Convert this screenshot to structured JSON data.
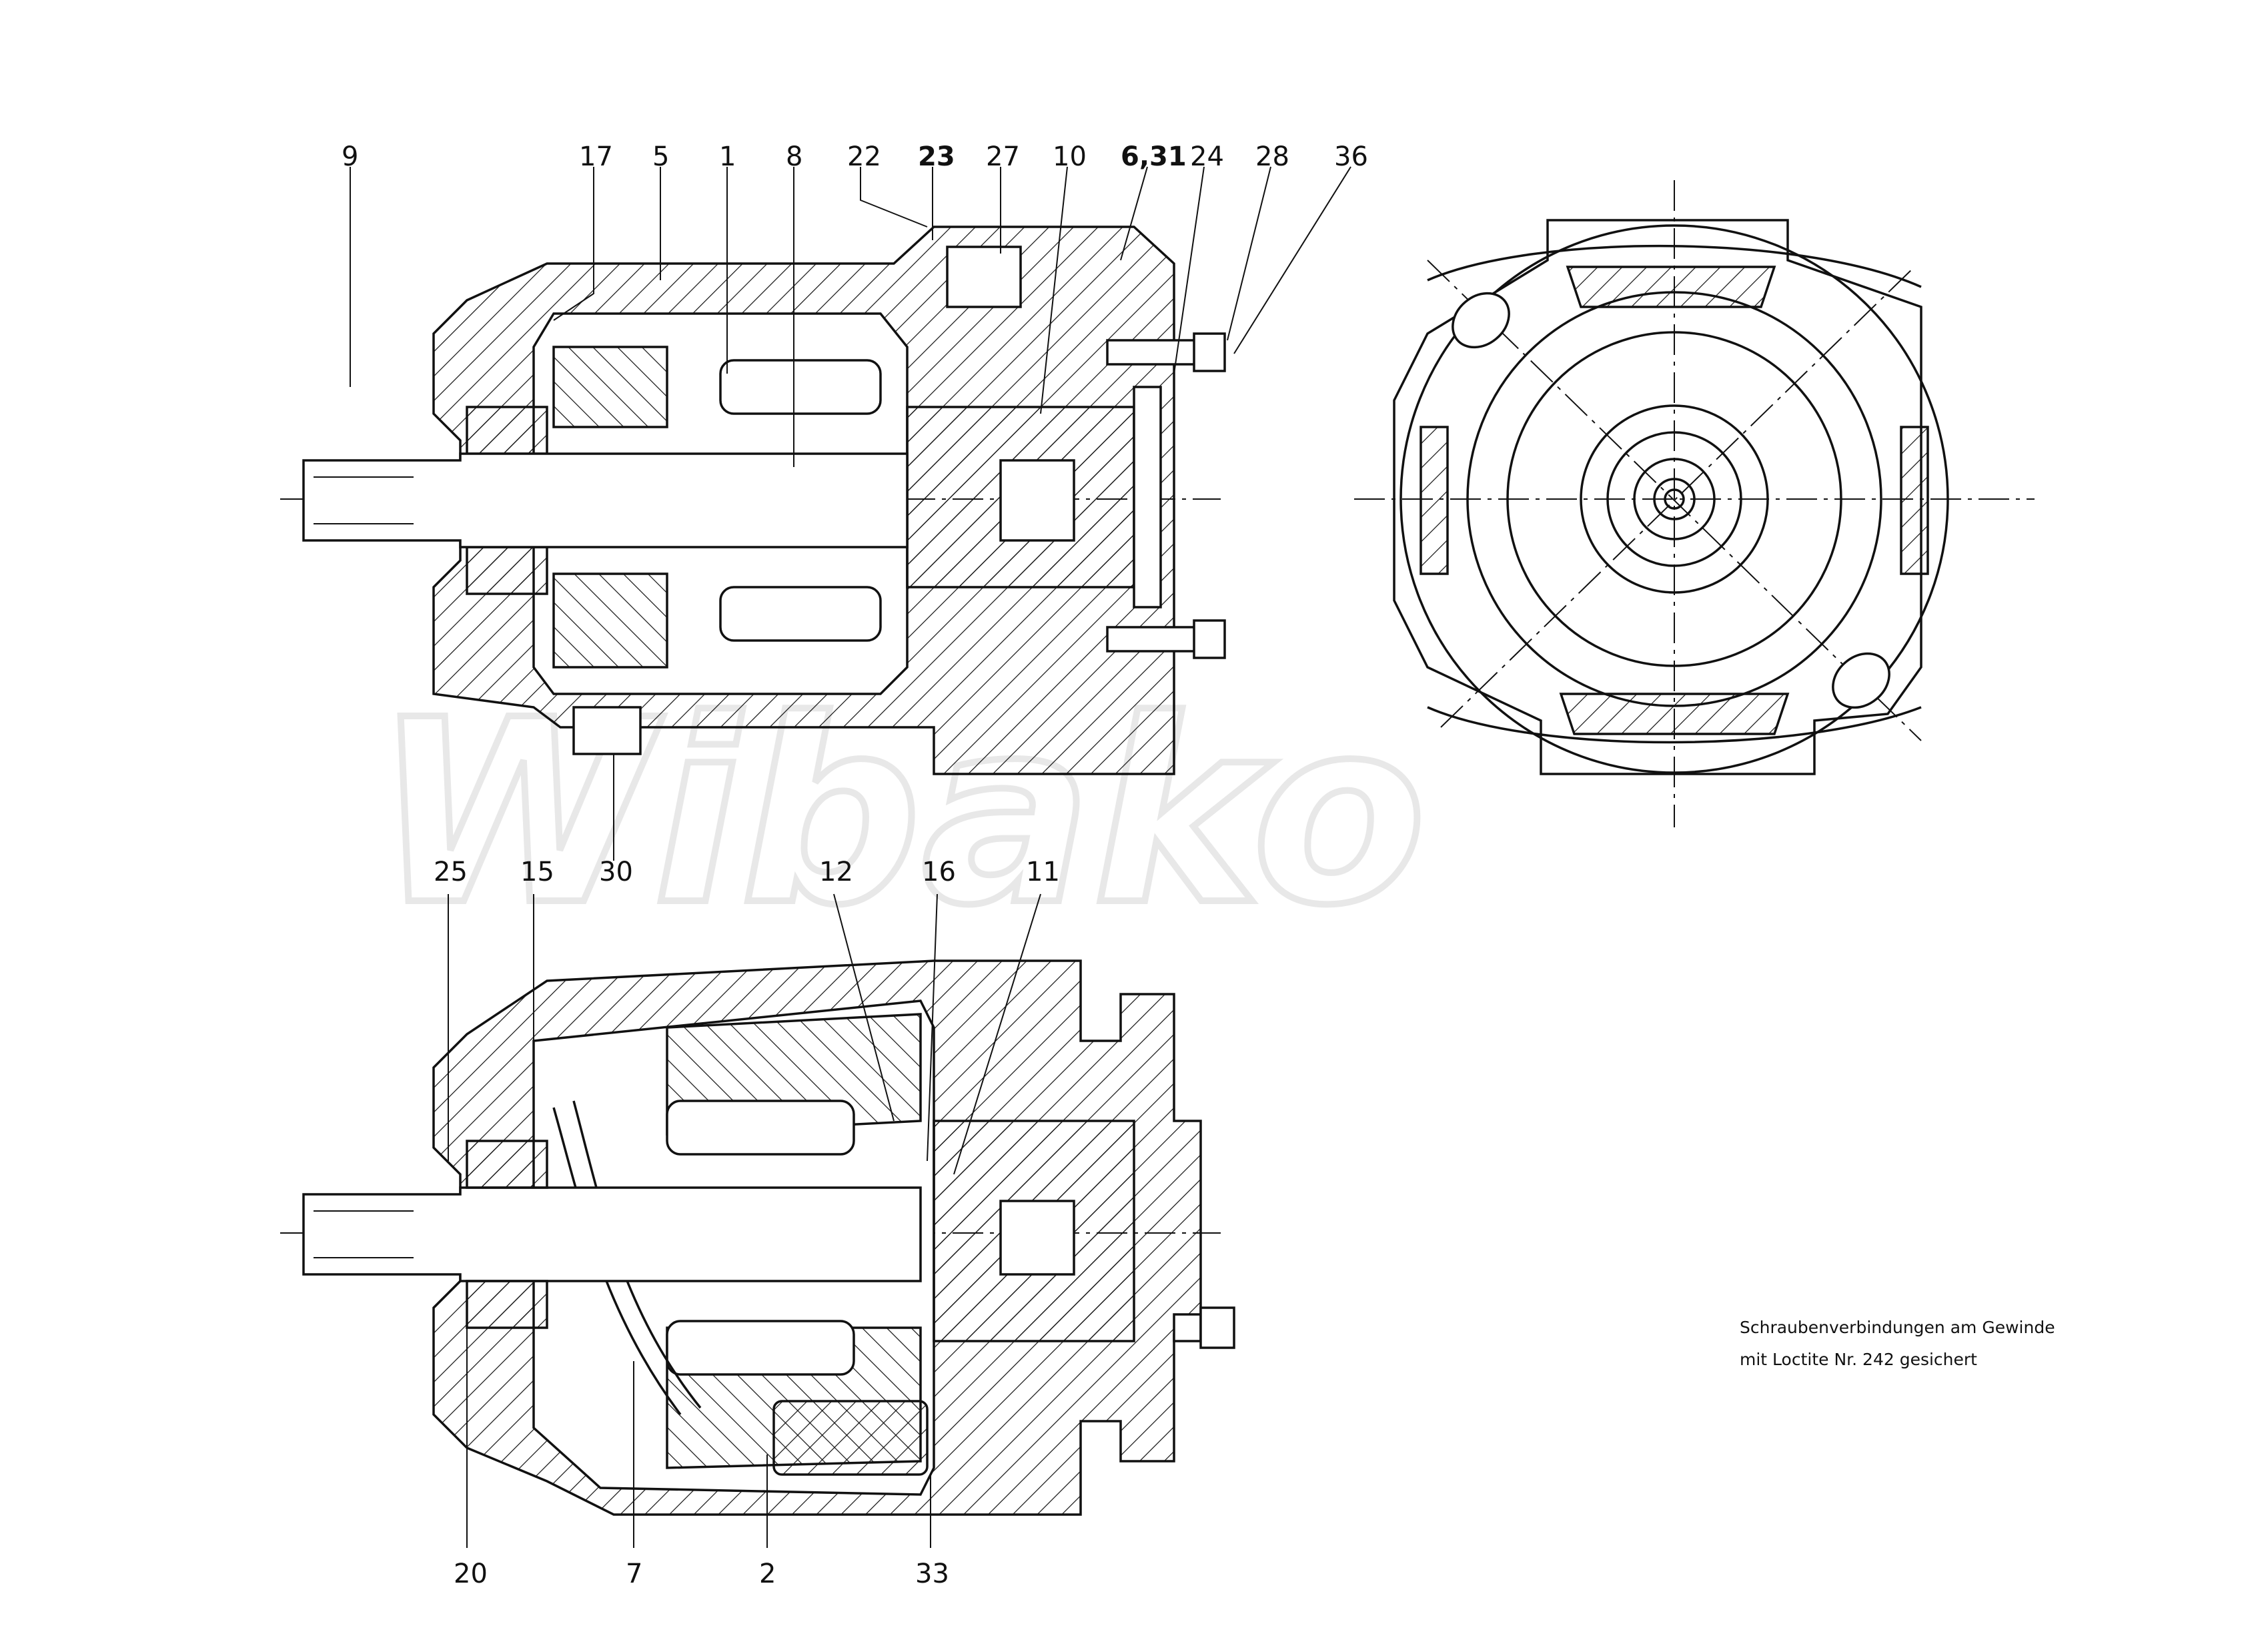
{
  "watermark": "Wibako",
  "note": {
    "line1": "Schraubenverbindungen am Gewinde",
    "line2": "mit Loctite Nr. 242 gesichert"
  },
  "labels_top": [
    "9",
    "17",
    "5",
    "1",
    "8",
    "22",
    "23",
    "27",
    "10",
    "6,31",
    "24",
    "28",
    "36"
  ],
  "labels_top_bottom": [
    "30"
  ],
  "labels_mid": [
    "25",
    "15",
    "12",
    "16",
    "11"
  ],
  "labels_bottom": [
    "20",
    "7",
    "2",
    "33"
  ]
}
